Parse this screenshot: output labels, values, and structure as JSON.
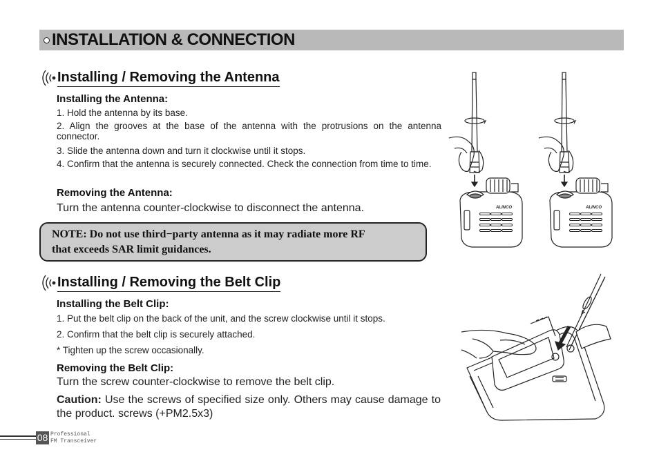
{
  "header": {
    "title": "INSTALLATION & CONNECTION"
  },
  "antenna_section": {
    "title": "Installing / Removing the Antenna",
    "install_title": "Installing the Antenna:",
    "steps": [
      "1. Hold the antenna by its base.",
      "2. Align the grooves at the base of the antenna with the protrusions on the antenna connector.",
      "3. Slide the antenna down and turn it clockwise until it stops.",
      "4. Confirm that the antenna is securely connected. Check the connection from time to time."
    ],
    "remove_title": "Removing the Antenna:",
    "remove_text": "Turn the antenna counter-clockwise to disconnect the antenna."
  },
  "note": {
    "line1": "NOTE: Do not use third−party antenna as it may radiate more RF",
    "line2": "that exceeds SAR limit guidances."
  },
  "belt_section": {
    "title": "Installing / Removing the Belt Clip",
    "install_title": "Installing the Belt Clip:",
    "steps": [
      "1. Put the belt clip on the back of the unit, and the screw clockwise until it stops.",
      "2. Confirm that the belt clip is securely attached.",
      " * Tighten up the screw occasionally."
    ],
    "remove_title": "Removing the Belt Clip:",
    "remove_text": "Turn the screw counter-clockwise to remove the belt clip.",
    "caution_label": "Caution:",
    "caution_text": " Use the screws of specified size only. Others may cause damage to the product. screws (+PM2.5x3)"
  },
  "illustrations": {
    "brand": "ALINCO"
  },
  "footer": {
    "page_number": "08",
    "line1": "Professional",
    "line2": "FM Transceiver"
  }
}
